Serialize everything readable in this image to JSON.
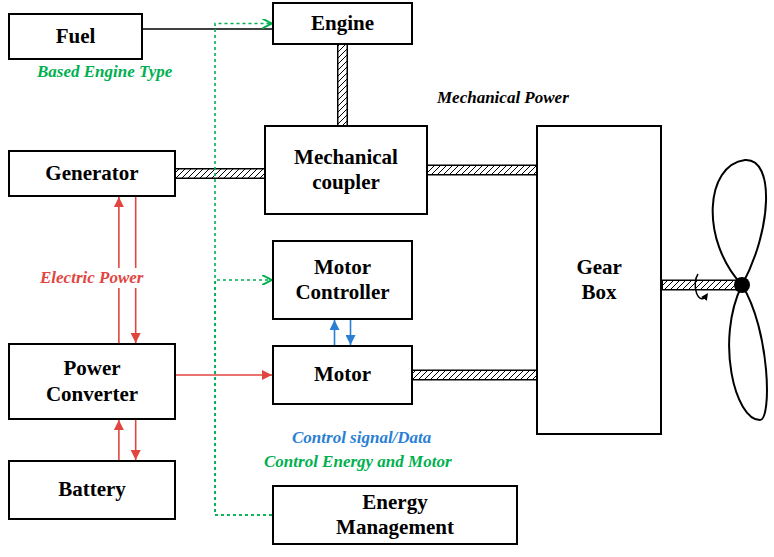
{
  "diagram": {
    "nodes": [
      {
        "text": [
          "Fuel"
        ]
      },
      {
        "text": [
          "Engine"
        ]
      },
      {
        "text": [
          "Generator"
        ]
      },
      {
        "text": [
          "Mechanical coupler"
        ]
      },
      {
        "text": [
          "Gear Box"
        ]
      },
      {
        "text": [
          "Motor Controller"
        ]
      },
      {
        "text": [
          "Power Converter"
        ]
      },
      {
        "text": [
          "Motor"
        ]
      },
      {
        "text": [
          "Battery"
        ]
      },
      {
        "text": [
          "Energy Management"
        ]
      }
    ],
    "edges": [
      {
        "from": 0,
        "to": 1,
        "arrow": "none"
      },
      {
        "from": 1,
        "to": 3,
        "arrow": "none"
      },
      {
        "from": 2,
        "to": 3,
        "arrow": "none"
      },
      {
        "from": 3,
        "to": 4,
        "arrow": "none"
      },
      {
        "from": 2,
        "to": 6,
        "arrow": "to"
      },
      {
        "from": 6,
        "to": 2,
        "arrow": "to"
      },
      {
        "from": 6,
        "to": 7,
        "arrow": "to"
      },
      {
        "from": 6,
        "to": 8,
        "arrow": "to"
      },
      {
        "from": 8,
        "to": 6,
        "arrow": "to"
      },
      {
        "from": 5,
        "to": 7,
        "arrow": "to"
      },
      {
        "from": 7,
        "to": 5,
        "arrow": "to"
      },
      {
        "from": 7,
        "to": 4,
        "arrow": "none"
      },
      {
        "from": 9,
        "to": 1,
        "arrow": "to"
      },
      {
        "from": 9,
        "to": 5,
        "arrow": "to"
      }
    ],
    "labels": [
      "Based Engine Type",
      "Mechanical Power",
      "Electric Power",
      "Control signal/Data",
      "Control Energy and Motor"
    ]
  }
}
